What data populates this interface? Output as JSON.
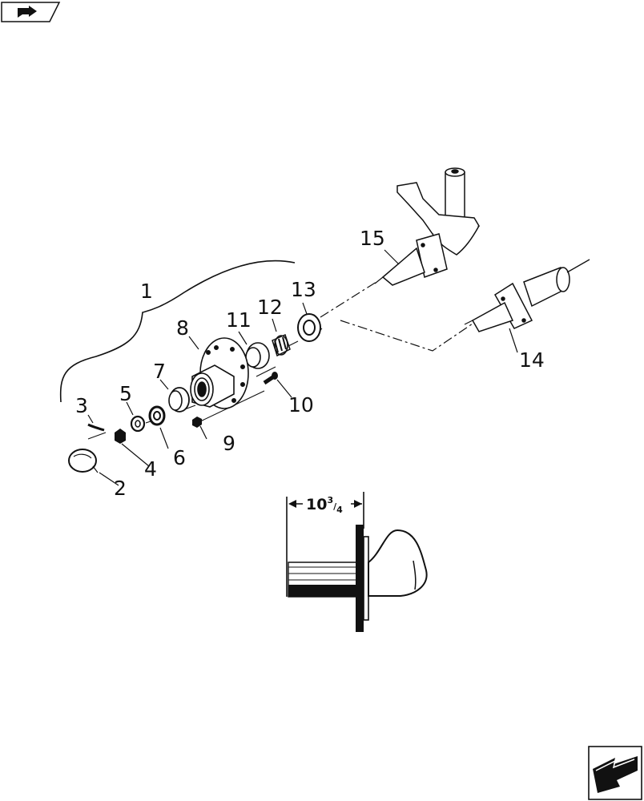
{
  "header": {
    "back_icon": "back-arrow-tab-icon"
  },
  "footer": {
    "nav_icon": "next-page-arrow-icon"
  },
  "callouts": {
    "c1": "1",
    "c2": "2",
    "c3": "3",
    "c4": "4",
    "c5": "5",
    "c6": "6",
    "c7": "7",
    "c8": "8",
    "c9": "9",
    "c10": "10",
    "c11": "11",
    "c12": "12",
    "c13": "13",
    "c14": "14",
    "c15": "15"
  },
  "dimension": {
    "whole": "10",
    "num": "3",
    "den": "4"
  }
}
